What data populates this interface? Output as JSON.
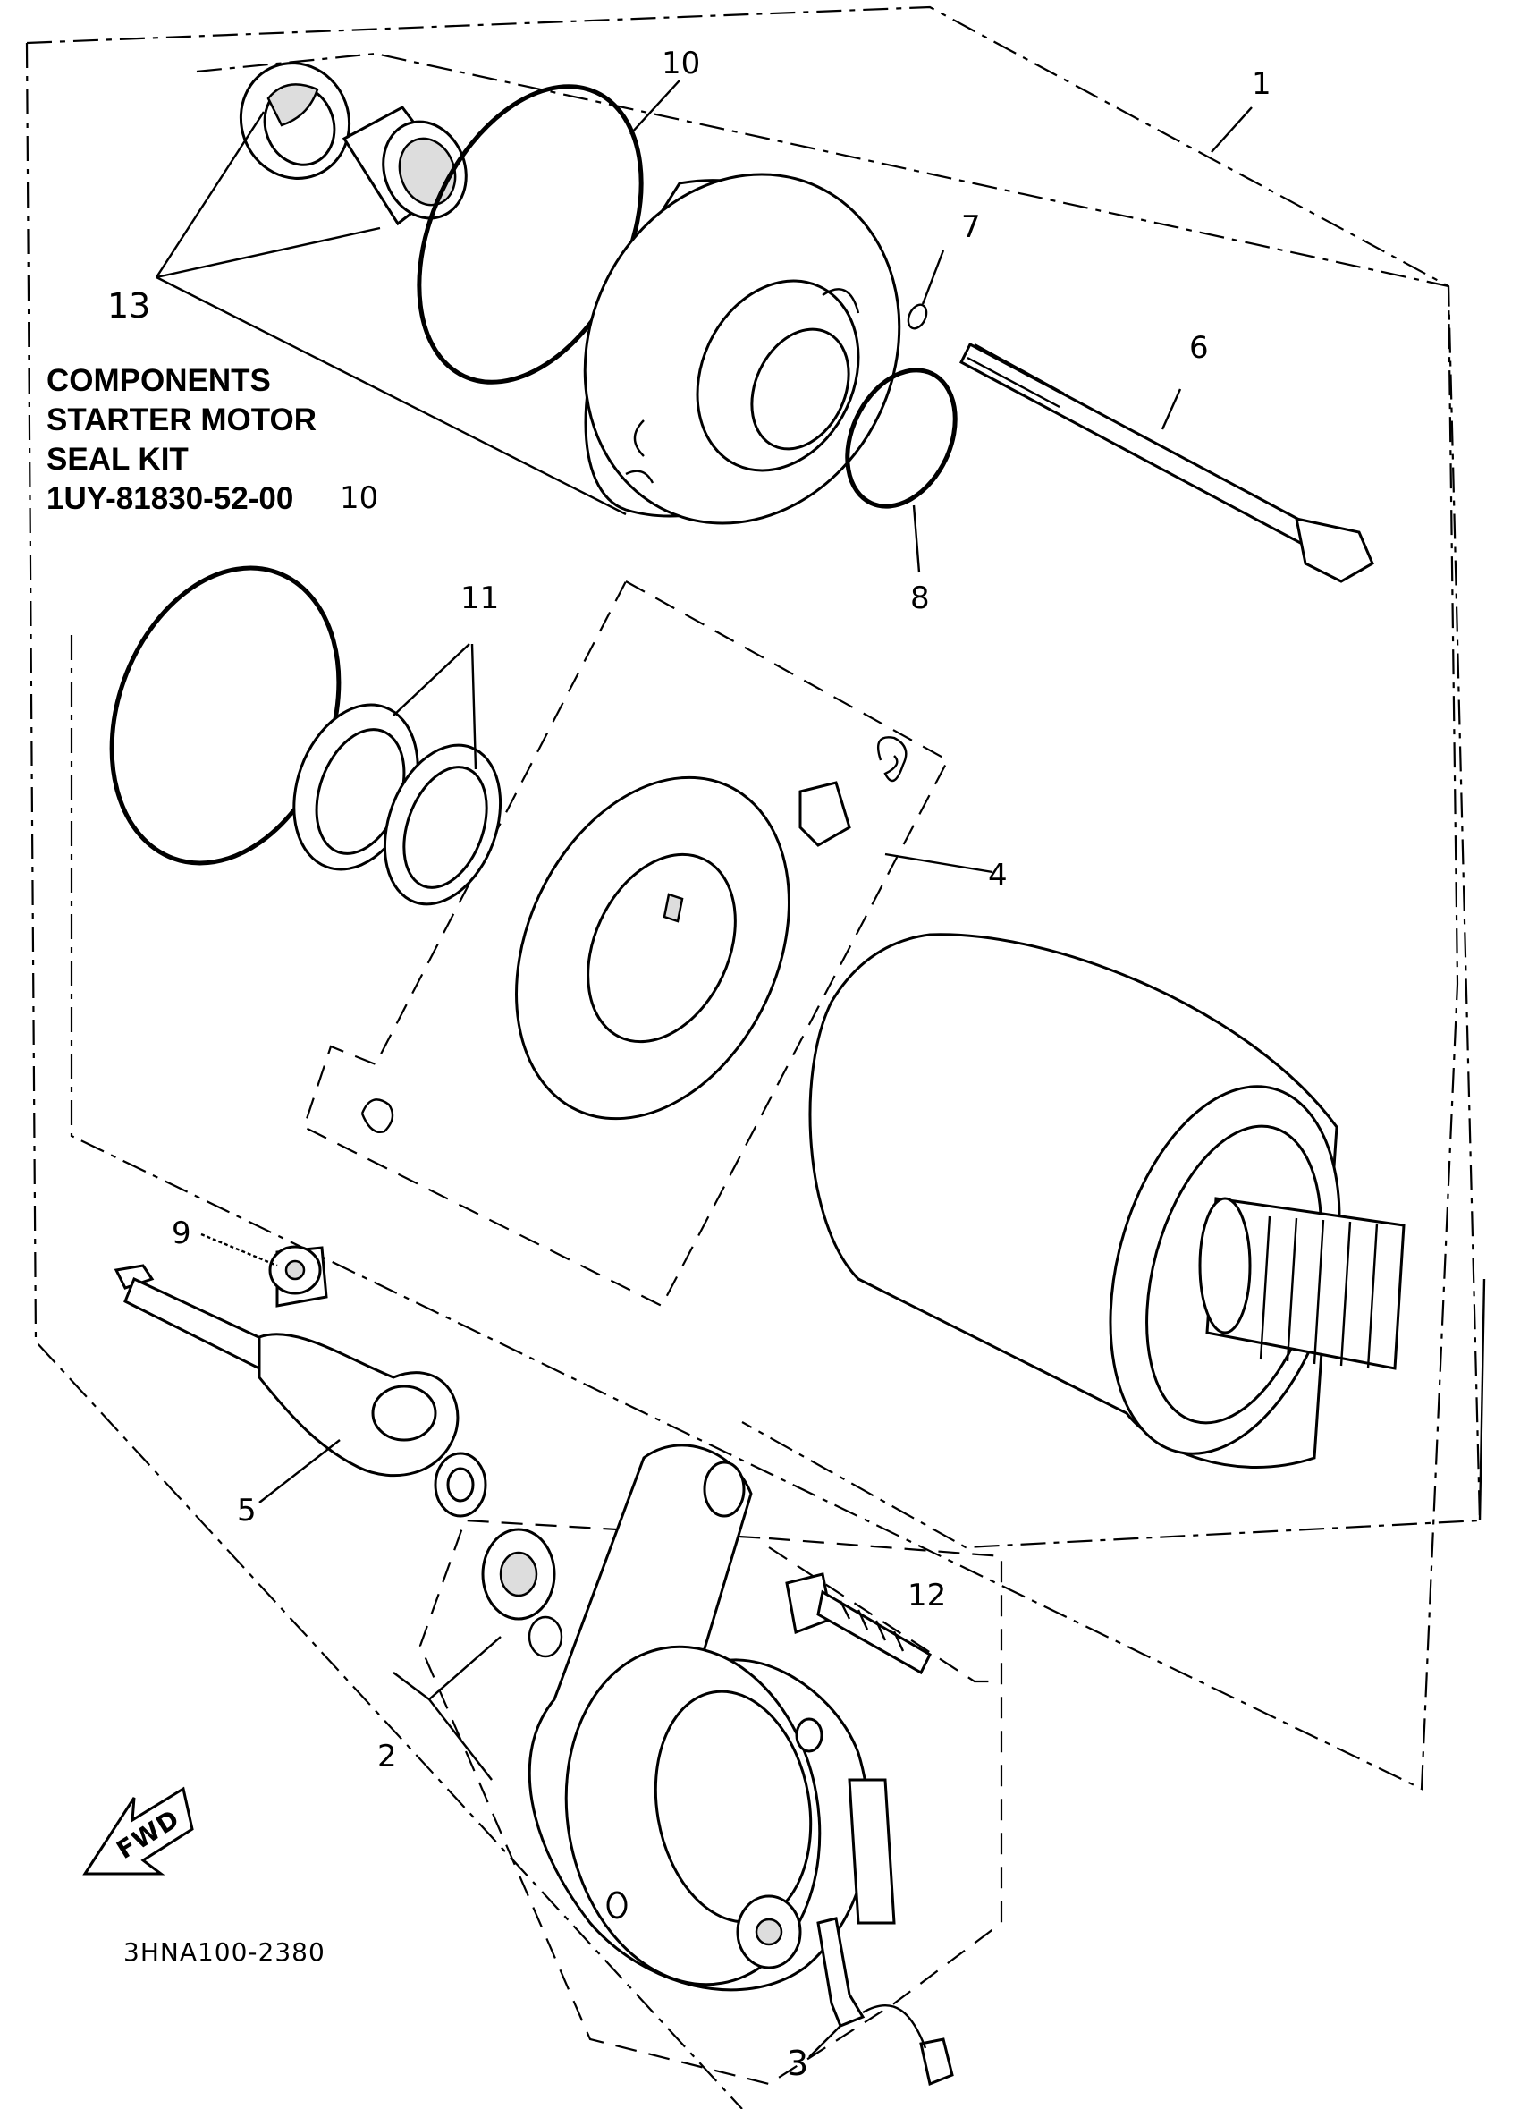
{
  "caption": {
    "line1": "COMPONENTS",
    "line2": "STARTER MOTOR",
    "line3": "SEAL KIT",
    "line4": "1UY-81830-52-00"
  },
  "callouts": {
    "c1": "1",
    "c2": "2",
    "c3": "3",
    "c4": "4",
    "c5": "5",
    "c6": "6",
    "c7": "7",
    "c8": "8",
    "c9": "9",
    "c10a": "10",
    "c10b": "10",
    "c11": "11",
    "c12": "12",
    "c13": "13"
  },
  "fwd_label": "FWD",
  "drawing_code": "3HNA100-2380"
}
